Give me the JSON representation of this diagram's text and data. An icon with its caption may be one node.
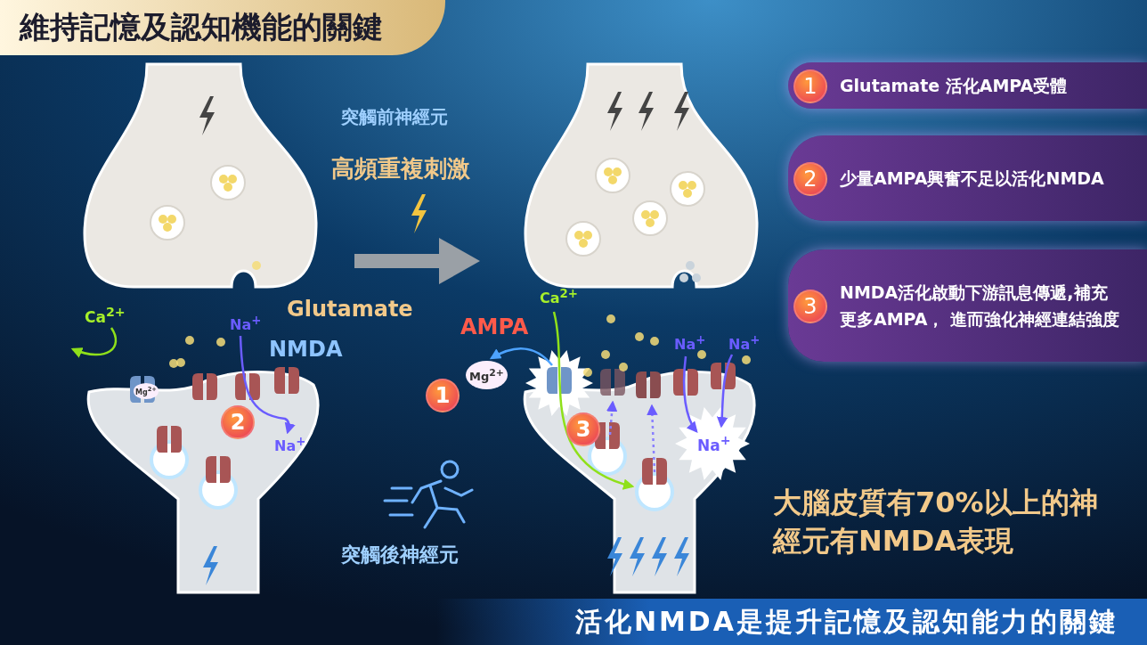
{
  "diagram": {
    "title": "維持記憶及認知機能的關鍵",
    "caption": "活化NMDA是提升記憶及認知能力的關鍵",
    "nodes": [
      {
        "text": [
          "1",
          "Glutamate 活化AMPA受體"
        ]
      },
      {
        "text": [
          "2",
          "少量AMPA興奮不足以活化NMDA"
        ]
      },
      {
        "text": [
          "3",
          "NMDA活化啟動下游訊息傳遞,補充更多AMPA， 進而強化神經連結強度"
        ]
      }
    ],
    "edges": [],
    "labels": [
      "突觸前神經元",
      "高頻重複刺激",
      "Glutamate",
      "Ca$^{2+}$",
      "Na$^{+}$",
      "NMDA",
      "Mg$^{2+}$",
      "2",
      "Na$^{+}$",
      "Ca$^{2+}$",
      "AMPA",
      "Na$^{+}$",
      "Na$^{+}$",
      "Mg$^{2+}$",
      "1",
      "3",
      "Na$^{+}$",
      "突觸後神經元",
      "大腦皮質有70%以上的神經元有NMDA表現"
    ]
  }
}
